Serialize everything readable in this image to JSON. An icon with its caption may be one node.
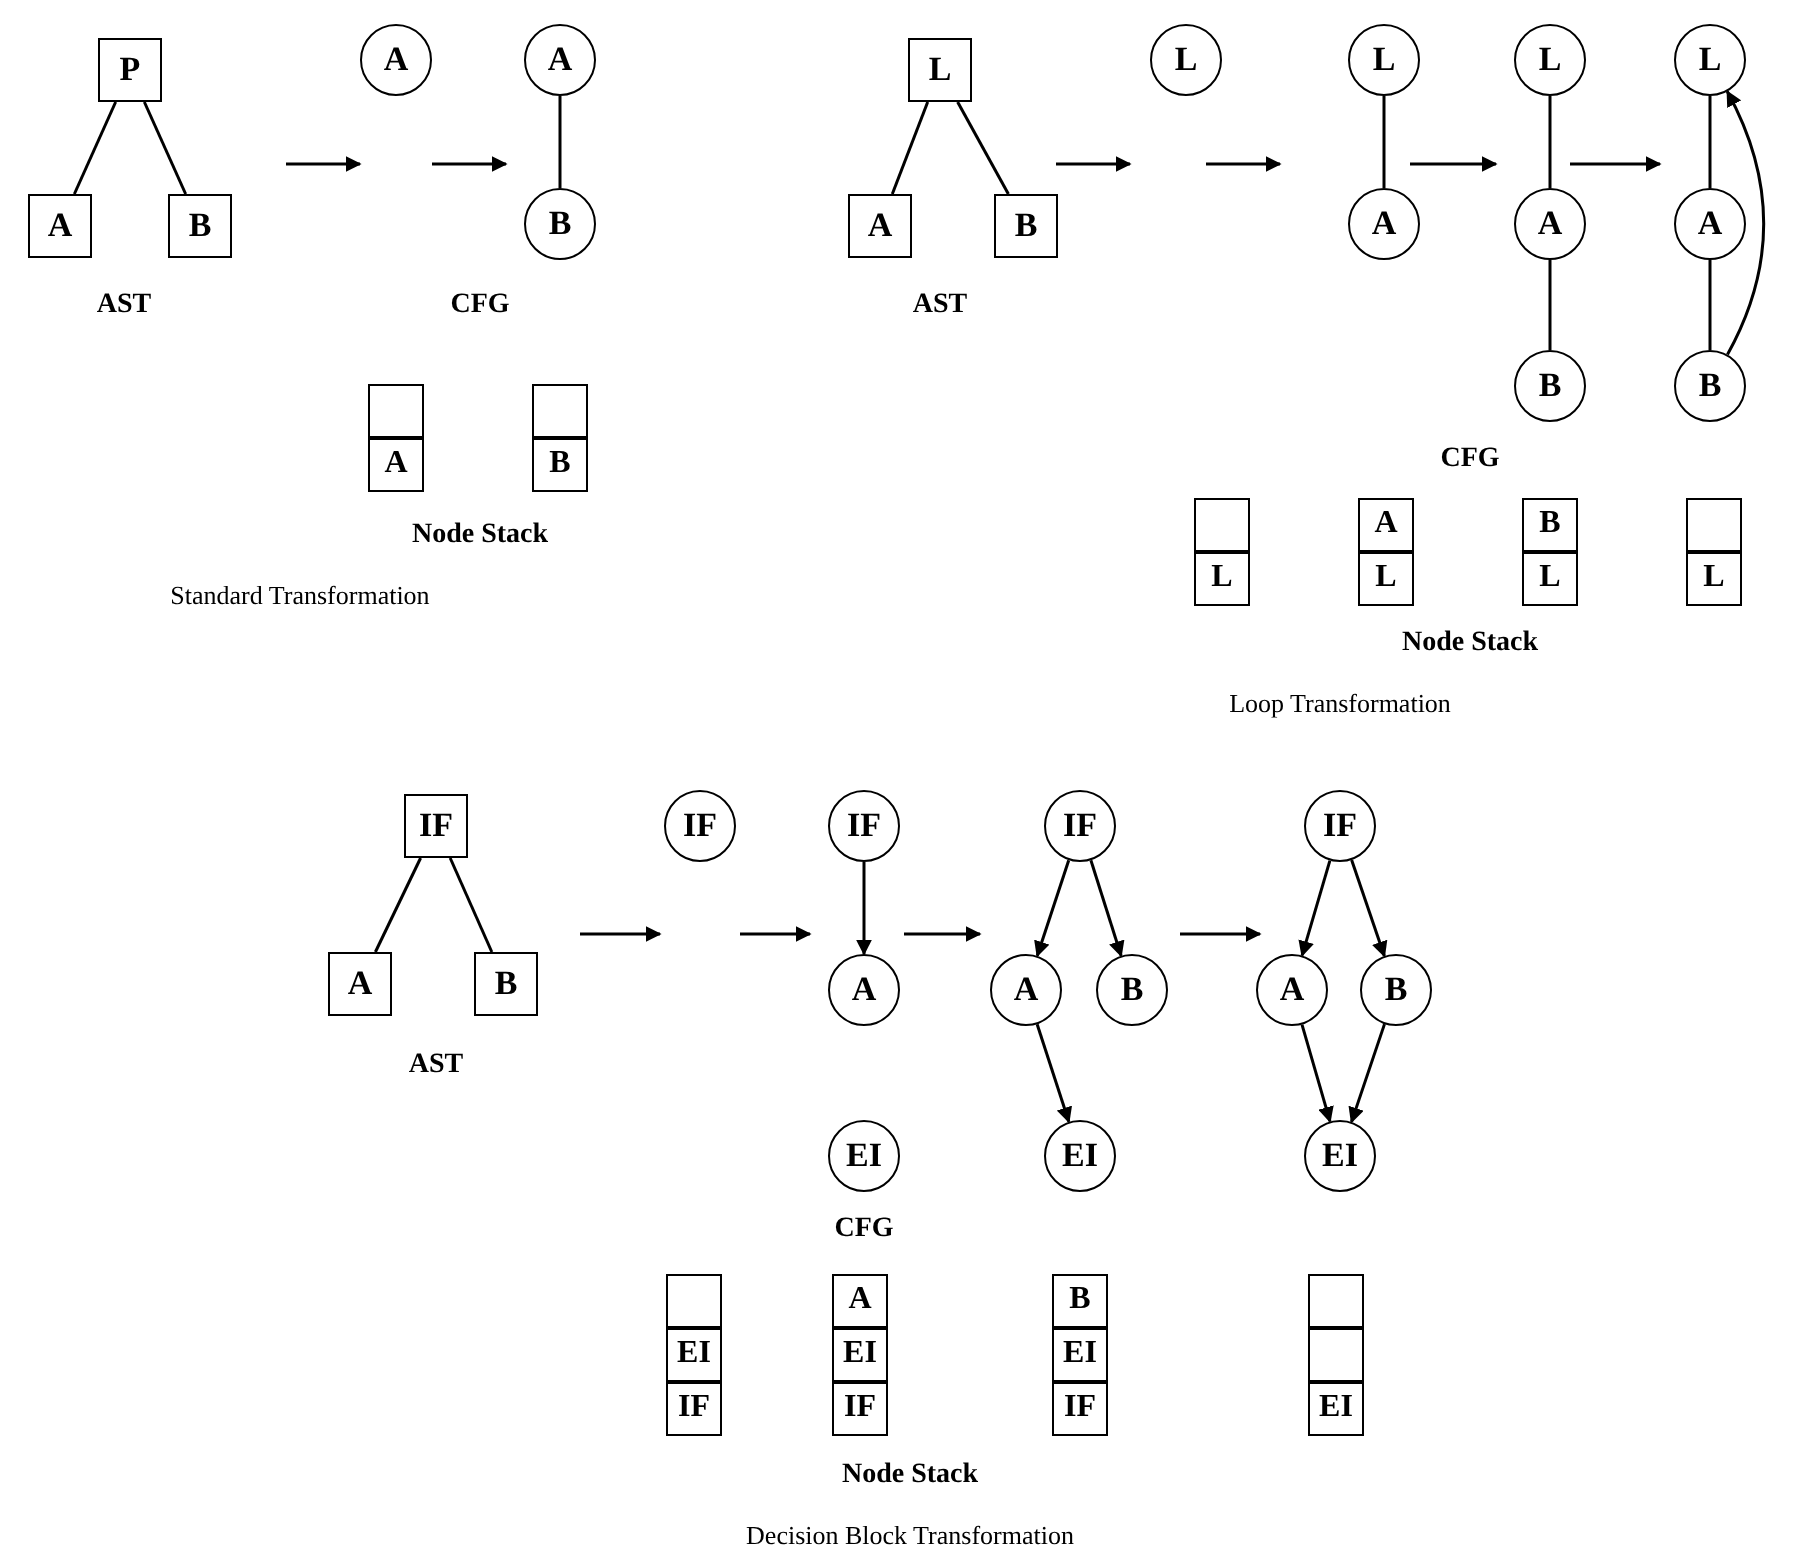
{
  "diagram": {
    "nodes": [
      {
        "text": [
          "P"
        ]
      },
      {
        "text": [
          "A"
        ]
      },
      {
        "text": [
          "B"
        ]
      },
      {
        "text": [
          "A"
        ]
      },
      {
        "text": [
          "A"
        ]
      },
      {
        "text": [
          "B"
        ]
      },
      {
        "text": [],
        "shape": "box"
      },
      {
        "text": [
          "A"
        ]
      },
      {
        "text": [],
        "shape": "box"
      },
      {
        "text": [
          "B"
        ]
      },
      {
        "text": [
          "L"
        ]
      },
      {
        "text": [
          "A"
        ]
      },
      {
        "text": [
          "B"
        ]
      },
      {
        "text": [
          "L"
        ]
      },
      {
        "text": [
          "L"
        ]
      },
      {
        "text": [
          "A"
        ]
      },
      {
        "text": [
          "L"
        ]
      },
      {
        "text": [
          "A"
        ]
      },
      {
        "text": [
          "B"
        ]
      },
      {
        "text": [
          "L"
        ]
      },
      {
        "text": [
          "A"
        ]
      },
      {
        "text": [
          "B"
        ]
      },
      {
        "text": [],
        "shape": "box"
      },
      {
        "text": [
          "L"
        ]
      },
      {
        "text": [
          "A"
        ]
      },
      {
        "text": [
          "L"
        ]
      },
      {
        "text": [
          "B"
        ]
      },
      {
        "text": [
          "L"
        ]
      },
      {
        "text": [],
        "shape": "box"
      },
      {
        "text": [
          "L"
        ]
      },
      {
        "text": [
          "IF"
        ]
      },
      {
        "text": [
          "A"
        ]
      },
      {
        "text": [
          "B"
        ]
      },
      {
        "text": [
          "IF"
        ]
      },
      {
        "text": [
          "IF"
        ]
      },
      {
        "text": [
          "A"
        ]
      },
      {
        "text": [
          "EI"
        ]
      },
      {
        "text": [
          "IF"
        ]
      },
      {
        "text": [
          "A"
        ]
      },
      {
        "text": [
          "B"
        ]
      },
      {
        "text": [
          "EI"
        ]
      },
      {
        "text": [
          "IF"
        ]
      },
      {
        "text": [
          "A"
        ]
      },
      {
        "text": [
          "B"
        ]
      },
      {
        "text": [
          "EI"
        ]
      },
      {
        "text": [],
        "shape": "box"
      },
      {
        "text": [
          "EI"
        ]
      },
      {
        "text": [
          "IF"
        ]
      },
      {
        "text": [
          "A"
        ]
      },
      {
        "text": [
          "EI"
        ]
      },
      {
        "text": [
          "IF"
        ]
      },
      {
        "text": [
          "B"
        ]
      },
      {
        "text": [
          "EI"
        ]
      },
      {
        "text": [
          "IF"
        ]
      },
      {
        "text": [],
        "shape": "box"
      },
      {
        "text": [],
        "shape": "box"
      },
      {
        "text": [
          "EI"
        ]
      }
    ],
    "edges": [
      {
        "from": 0,
        "to": 1,
        "arrow": "none"
      },
      {
        "from": 0,
        "to": 2,
        "arrow": "none"
      },
      {
        "from": 4,
        "to": 5,
        "arrow": "none"
      },
      {
        "from": 10,
        "to": 11,
        "arrow": "none"
      },
      {
        "from": 10,
        "to": 12,
        "arrow": "none"
      },
      {
        "from": 14,
        "to": 15,
        "arrow": "none"
      },
      {
        "from": 16,
        "to": 17,
        "arrow": "none"
      },
      {
        "from": 17,
        "to": 18,
        "arrow": "none"
      },
      {
        "from": 19,
        "to": 20,
        "arrow": "none"
      },
      {
        "from": 20,
        "to": 21,
        "arrow": "none"
      },
      {
        "from": 21,
        "to": 19,
        "arrow": "to"
      },
      {
        "from": 30,
        "to": 31,
        "arrow": "none"
      },
      {
        "from": 30,
        "to": 32,
        "arrow": "none"
      },
      {
        "from": 34,
        "to": 35,
        "arrow": "to"
      },
      {
        "from": 37,
        "to": 38,
        "arrow": "to"
      },
      {
        "from": 37,
        "to": 39,
        "arrow": "to"
      },
      {
        "from": 38,
        "to": 40,
        "arrow": "to"
      },
      {
        "from": 41,
        "to": 42,
        "arrow": "to"
      },
      {
        "from": 41,
        "to": 43,
        "arrow": "to"
      },
      {
        "from": 42,
        "to": 44,
        "arrow": "to"
      },
      {
        "from": 43,
        "to": 44,
        "arrow": "to"
      }
    ],
    "labels": [
      "AST",
      "CFG",
      "Node Stack",
      "Standard Transformation",
      "AST",
      "CFG",
      "Node Stack",
      "Loop Transformation",
      "AST",
      "CFG",
      "Node Stack",
      "Decision Block Transformation"
    ]
  }
}
